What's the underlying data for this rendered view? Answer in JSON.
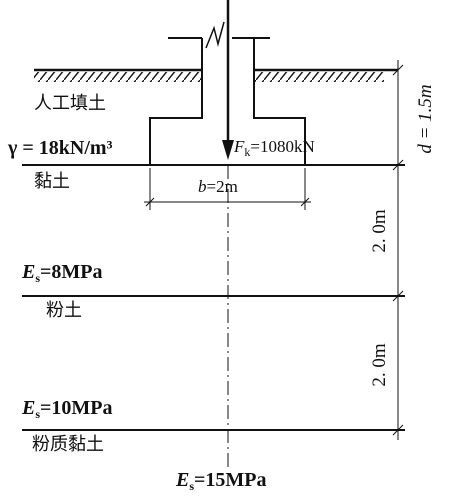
{
  "layers": {
    "fill": {
      "name": "人工填土",
      "unit_weight": "γ = 18kN/m³"
    },
    "clay": {
      "name": "黏土"
    },
    "silt": {
      "name": "粉土"
    },
    "silty_clay": {
      "name": "粉质黏土"
    }
  },
  "moduli": {
    "es1": {
      "symbol": "E",
      "sub": "s",
      "value": "=8MPa"
    },
    "es2": {
      "symbol": "E",
      "sub": "s",
      "value": "=10MPa"
    },
    "es3": {
      "symbol": "E",
      "sub": "s",
      "value": "=15MPa"
    }
  },
  "load": {
    "symbol": "F",
    "sub": "k",
    "value": "=1080kN"
  },
  "dims": {
    "width": {
      "symbol": "b",
      "value": "=2m"
    },
    "depth": "d = 1.5m",
    "h1": "2. 0m",
    "h2": "2. 0m"
  }
}
